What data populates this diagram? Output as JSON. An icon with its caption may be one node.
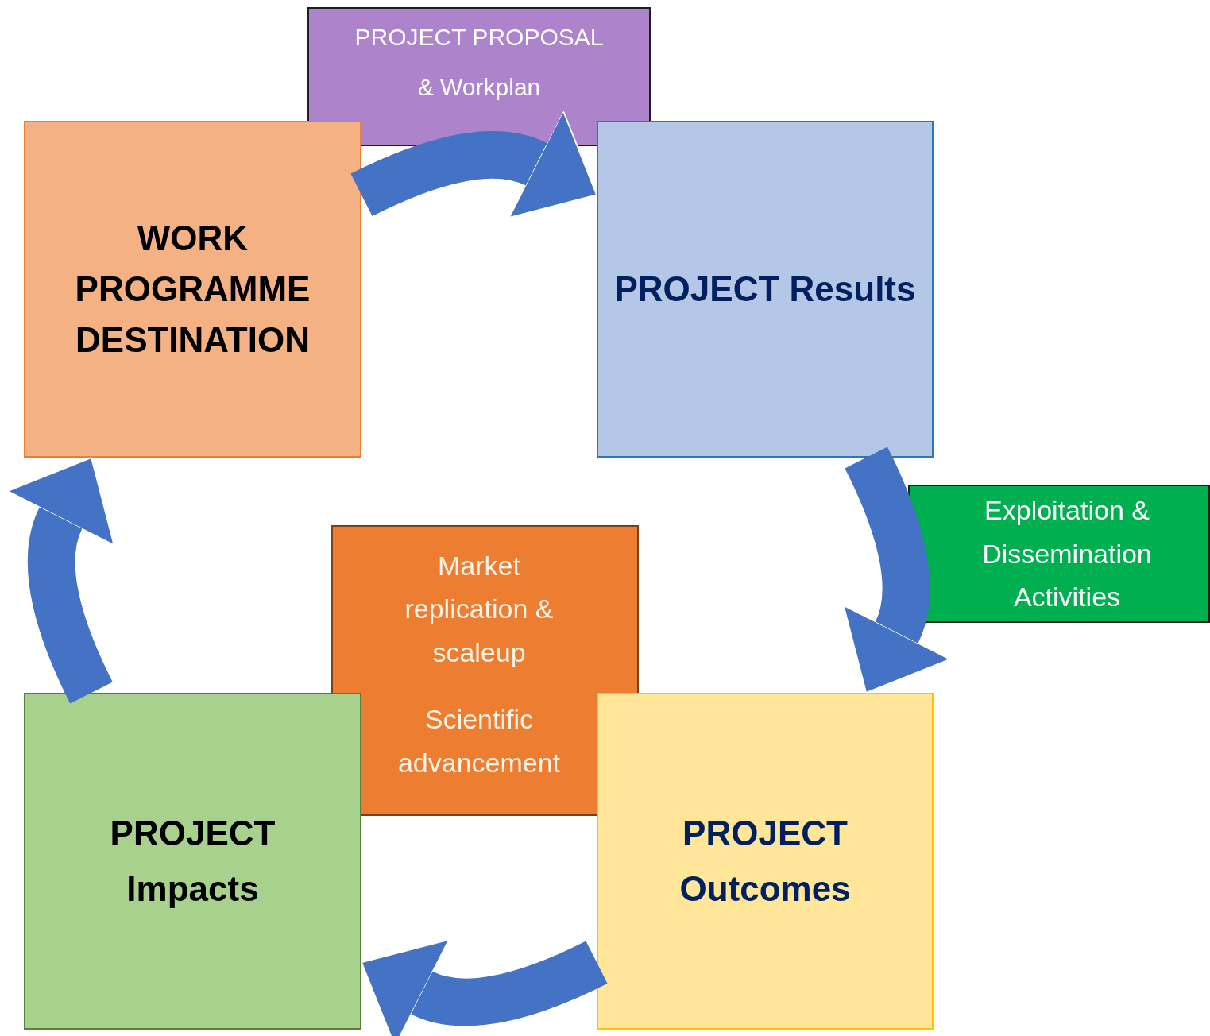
{
  "diagram": {
    "nodes": [
      {
        "text": [
          "PROJECT PROPOSAL & Workplan"
        ]
      },
      {
        "text": [
          "WORK PROGRAMME DESTINATION"
        ]
      },
      {
        "text": [
          "PROJECT Results"
        ]
      },
      {
        "text": [
          "Exploitation & Dissemination Activities"
        ]
      },
      {
        "text": [
          "Market replication & scaleup",
          "Scientific advancement"
        ]
      },
      {
        "text": [
          "PROJECT Impacts"
        ]
      },
      {
        "text": [
          "PROJECT Outcomes"
        ]
      }
    ],
    "edges": [
      {
        "from": 1,
        "to": 2,
        "arrow": "to"
      },
      {
        "from": 2,
        "to": 6,
        "arrow": "to"
      },
      {
        "from": 6,
        "to": 5,
        "arrow": "to"
      },
      {
        "from": 5,
        "to": 1,
        "arrow": "to"
      }
    ]
  }
}
